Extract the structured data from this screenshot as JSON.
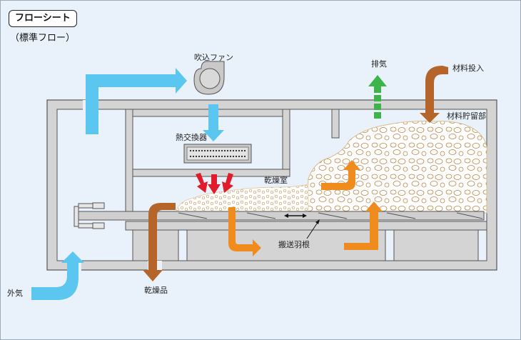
{
  "header": {
    "title": "フローシート",
    "subtitle": "（標準フロー）"
  },
  "labels": {
    "fan": "吹込ファン",
    "exhaust": "排気",
    "material_input": "材料投入",
    "material_storage": "材料貯留部",
    "heat_exchanger": "熱交換器",
    "drying_chamber": "乾燥室",
    "conveyor_blade": "搬送羽根",
    "outside_air": "外気",
    "dried_product": "乾燥品"
  },
  "colors": {
    "air_flow": "#5bc6f0",
    "material_flow": "#b5652a",
    "hot_air": "#f08c1e",
    "exhaust": "#3cb44a",
    "radiant_heat": "#e01b2b",
    "structure": "#d4d4d4"
  }
}
